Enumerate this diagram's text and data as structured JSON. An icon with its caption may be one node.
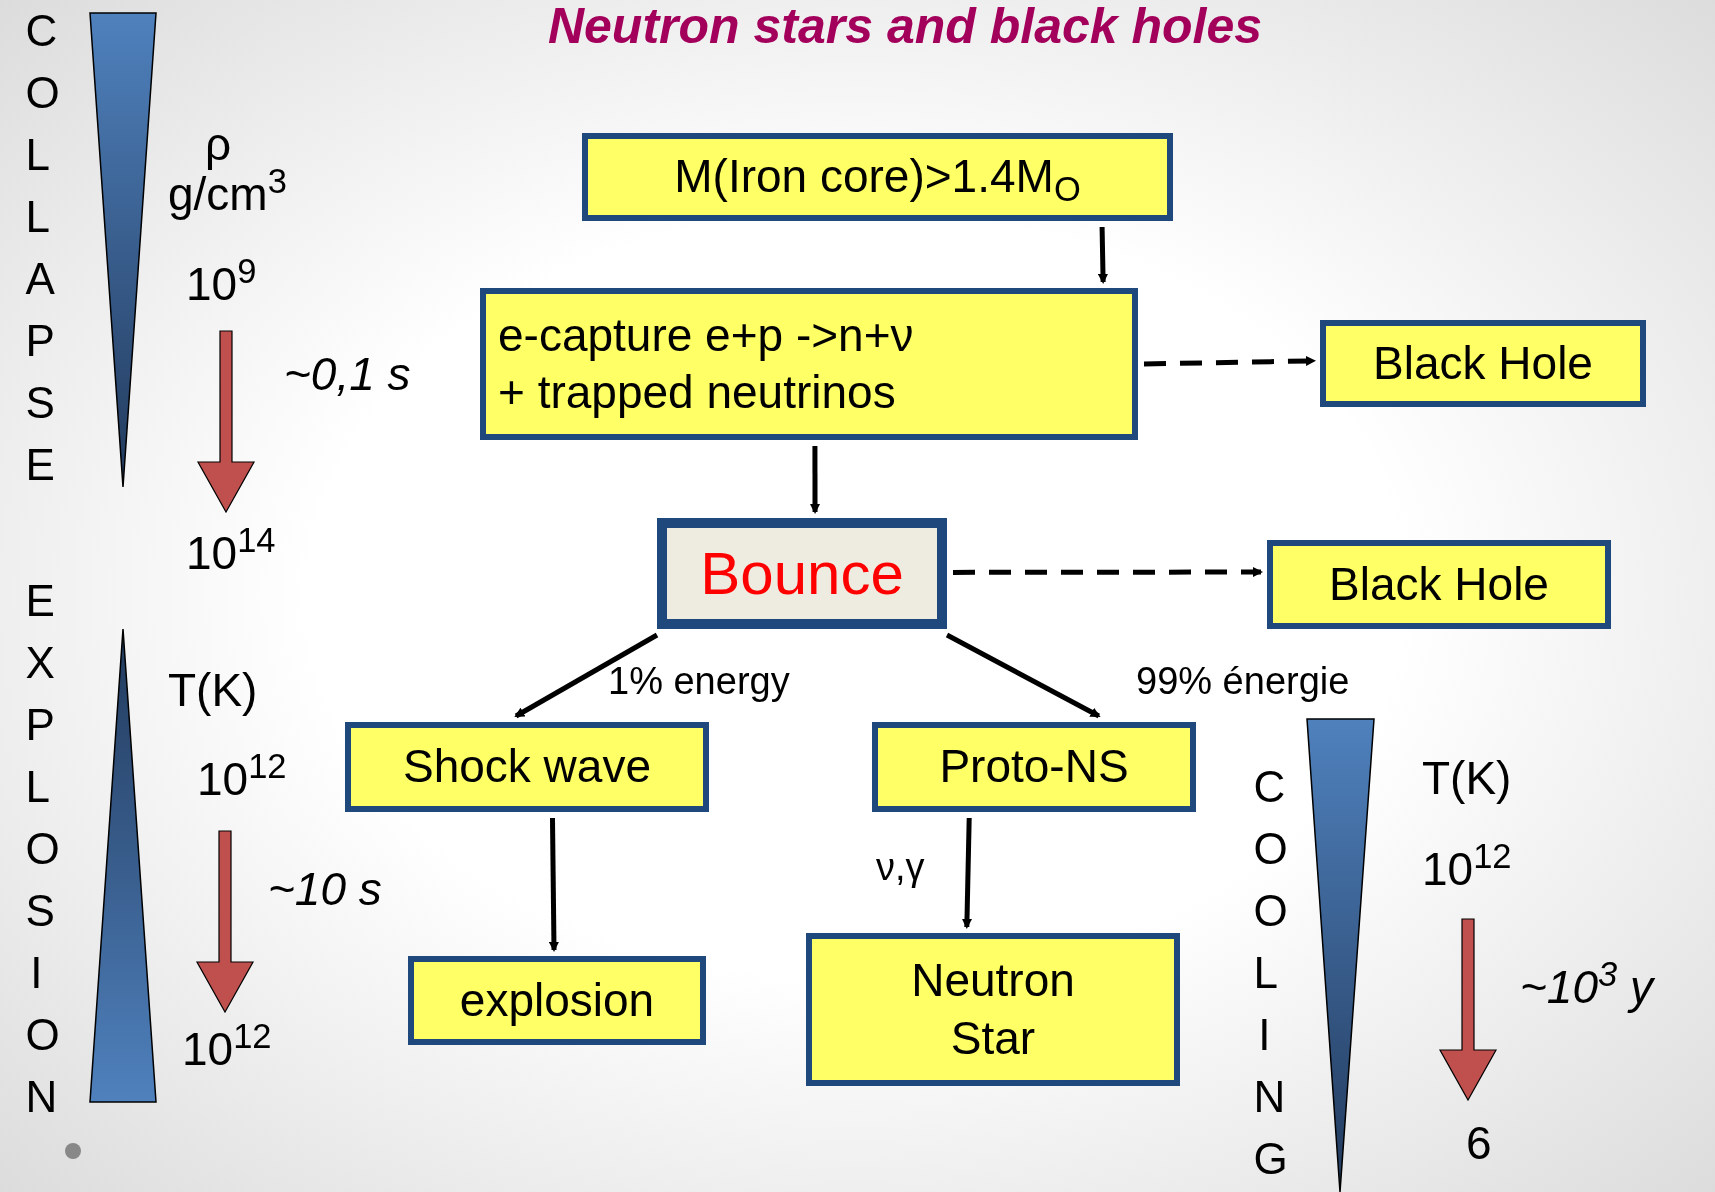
{
  "diagram": {
    "title": "Neutron stars and black holes",
    "nodes": [
      {
        "text": [
          "M(Iron core)>1.4M$_{O}$"
        ]
      },
      {
        "text": [
          "e-capture e+p ->n+ν",
          "+ trapped neutrinos"
        ]
      },
      {
        "text": [
          "Black Hole"
        ]
      },
      {
        "text": [
          "Bounce"
        ]
      },
      {
        "text": [
          "Black Hole"
        ]
      },
      {
        "text": [
          "Shock wave"
        ]
      },
      {
        "text": [
          "Proto-NS"
        ]
      },
      {
        "text": [
          "explosion"
        ]
      },
      {
        "text": [
          "Neutron Star"
        ]
      }
    ],
    "edges": [
      {
        "from": 0,
        "to": 1,
        "arrow": "to"
      },
      {
        "from": 1,
        "to": 2,
        "arrow": "to",
        "style": "dashed"
      },
      {
        "from": 1,
        "to": 3,
        "arrow": "to"
      },
      {
        "from": 3,
        "to": 4,
        "arrow": "to",
        "style": "dashed"
      },
      {
        "from": 3,
        "to": 5,
        "arrow": "to",
        "label": "1% energy"
      },
      {
        "from": 3,
        "to": 6,
        "arrow": "to",
        "label": "99% énergie"
      },
      {
        "from": 5,
        "to": 7,
        "arrow": "to"
      },
      {
        "from": 6,
        "to": 8,
        "arrow": "to",
        "label": "ν,γ"
      }
    ],
    "labels": [
      "COLLAPSE",
      "ρ",
      "g/cm$^{3}$",
      "10$^{9}$",
      "~0,1 s",
      "10$^{14}$",
      "EXPLOSION",
      "T(K)",
      "10$^{12}$",
      "~10 s",
      "10$^{12}$",
      "COOLING",
      "T(K)",
      "10$^{12}$",
      "~10$^{3}$ y",
      "6"
    ]
  }
}
